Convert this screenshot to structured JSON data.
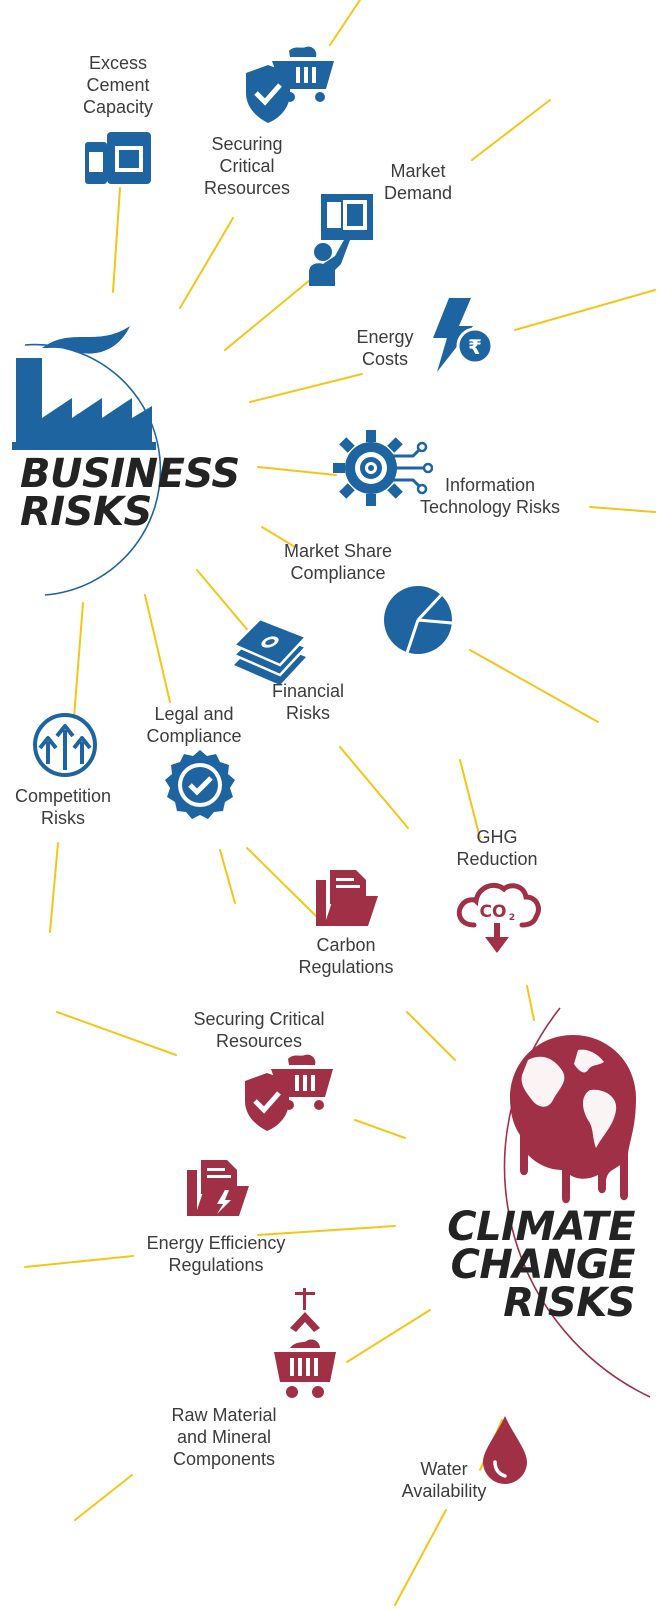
{
  "colors": {
    "connector": "#f5c518",
    "business": "#1e64a0",
    "climate": "#a03045",
    "label_text": "#3c3c3c",
    "title_text": "#232323"
  },
  "business_hub": {
    "title_line1": "BUSINESS",
    "title_line2": "RISKS",
    "icon": "factory-icon"
  },
  "climate_hub": {
    "title_line1": "CLIMATE",
    "title_line2": "CHANGE",
    "title_line3": "RISKS",
    "icon": "melting-globe-icon"
  },
  "business_risks": [
    {
      "lines": [
        "Excess",
        "Cement",
        "Capacity"
      ],
      "icon": "cement-bags-icon"
    },
    {
      "lines": [
        "Securing",
        "Critical",
        "Resources"
      ],
      "icon": "shield-cart-icon"
    },
    {
      "lines": [
        "Market",
        "Demand"
      ],
      "icon": "presenter-board-icon"
    },
    {
      "lines": [
        "Energy",
        "Costs"
      ],
      "icon": "lightning-rupee-icon"
    },
    {
      "lines": [
        "Information",
        "Technology Risks"
      ],
      "icon": "circuit-gear-icon"
    },
    {
      "lines": [
        "Market Share",
        "Compliance"
      ],
      "icon": "pie-chart-icon"
    },
    {
      "lines": [
        "Financial",
        "Risks"
      ],
      "icon": "money-stack-icon"
    },
    {
      "lines": [
        "Legal and",
        "Compliance"
      ],
      "icon": "badge-check-icon"
    },
    {
      "lines": [
        "Competition",
        "Risks"
      ],
      "icon": "arrows-up-circle-icon"
    }
  ],
  "climate_risks": [
    {
      "lines": [
        "GHG",
        "Reduction"
      ],
      "icon": "co2-cloud-icon"
    },
    {
      "lines": [
        "Carbon",
        "Regulations"
      ],
      "icon": "folder-document-icon"
    },
    {
      "lines": [
        "Securing Critical",
        "Resources"
      ],
      "icon": "shield-cart-icon"
    },
    {
      "lines": [
        "Energy Efficiency",
        "Regulations"
      ],
      "icon": "energy-document-icon"
    },
    {
      "lines": [
        "Raw Material",
        "and Mineral",
        "Components"
      ],
      "icon": "excavator-cart-icon"
    },
    {
      "lines": [
        "Water",
        "Availability"
      ],
      "icon": "water-drop-icon"
    }
  ],
  "co2_text": "CO",
  "co2_sub": "2"
}
